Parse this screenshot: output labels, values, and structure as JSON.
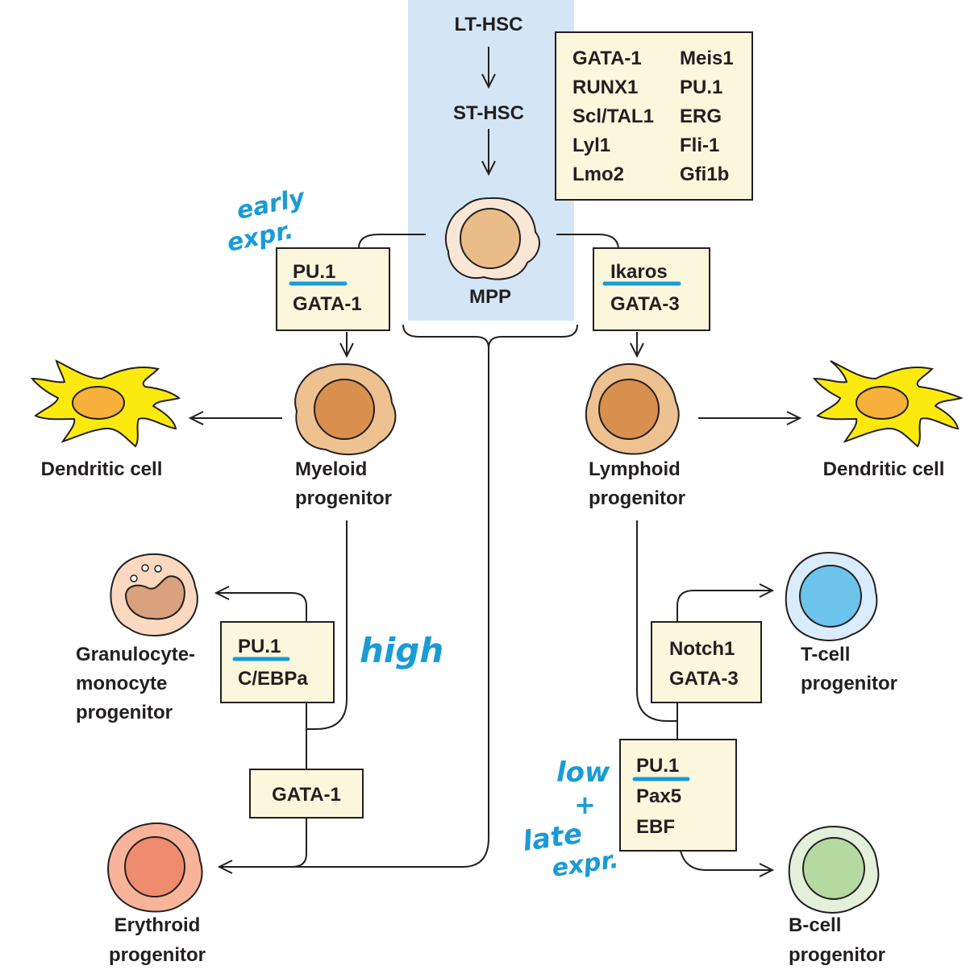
{
  "stem": {
    "lt_hsc": "LT-HSC",
    "st_hsc": "ST-HSC",
    "mpp": "MPP",
    "highlight_color": "#d4e6f5"
  },
  "factor_table": {
    "col1": [
      "GATA-1",
      "RUNX1",
      "Scl/TAL1",
      "Lyl1",
      "Lmo2"
    ],
    "col2": [
      "Meis1",
      "PU.1",
      "ERG",
      "Fli-1",
      "Gfi1b"
    ]
  },
  "myeloid_branch": {
    "factor_box": [
      "PU.1",
      "GATA-1"
    ],
    "progenitor_label": [
      "Myeloid",
      "progenitor"
    ],
    "dendritic_label": "Dendritic cell",
    "gm_box": [
      "PU.1",
      "C/EBPa"
    ],
    "gm_label": [
      "Granulocyte-",
      "monocyte",
      "progenitor"
    ],
    "gata_box": "GATA-1",
    "erythroid_label": [
      "Erythroid",
      "progenitor"
    ]
  },
  "lymphoid_branch": {
    "factor_box": [
      "Ikaros",
      "GATA-3"
    ],
    "progenitor_label": [
      "Lymphoid",
      "progenitor"
    ],
    "dendritic_label": "Dendritic cell",
    "t_box": [
      "Notch1",
      "GATA-3"
    ],
    "t_label": [
      "T-cell",
      "progenitor"
    ],
    "b_box": [
      "PU.1",
      "Pax5",
      "EBF"
    ],
    "b_label": [
      "B-cell",
      "progenitor"
    ]
  },
  "annotations": {
    "early": [
      "early",
      "expr."
    ],
    "high": "high",
    "low_late": [
      "low",
      "+",
      "late",
      "expr."
    ],
    "color": "#1a9bd7"
  },
  "colors": {
    "box_fill": "#fbf7dc",
    "dendritic_body": "#fcea0f",
    "dendritic_nucleus": "#f7b13a",
    "myeloid_outer": "#eec190",
    "myeloid_nucleus": "#d98f4d",
    "mpp_outer": "#f8e6d6",
    "mpp_nucleus": "#e9bc8a",
    "gm_outer": "#fbd9c1",
    "gm_nucleus": "#d9a17e",
    "erythroid_outer": "#f8b49a",
    "erythroid_nucleus": "#ef8b6f",
    "t_outer": "#d9ecfb",
    "t_nucleus": "#6cc3ec",
    "b_outer": "#e3f0da",
    "b_nucleus": "#b4d9a1"
  }
}
